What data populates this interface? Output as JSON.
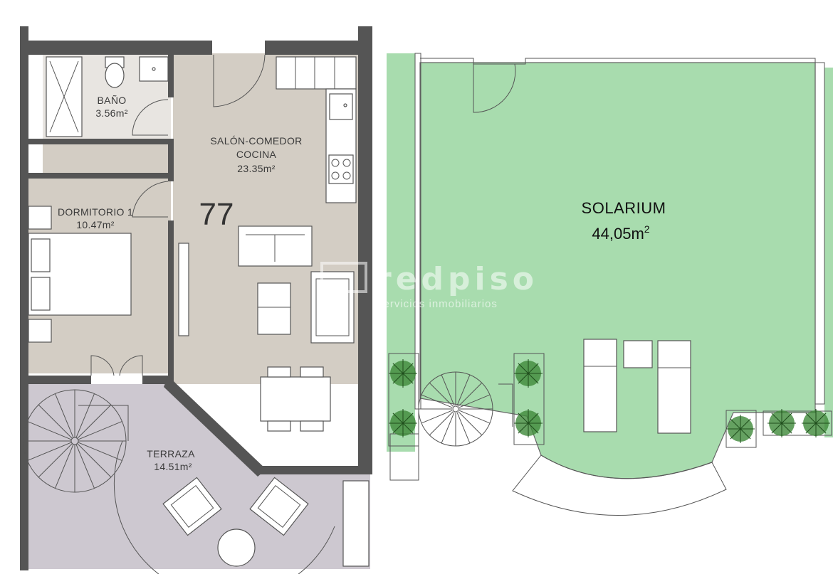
{
  "left_plan": {
    "unit_number": "77",
    "rooms": [
      {
        "name": "BAÑO",
        "area": "3.56m²"
      },
      {
        "name_line1": "SALÓN-COMEDOR",
        "name_line2": "COCINA",
        "area": "23.35m²"
      },
      {
        "name": "DORMITORIO 1",
        "area": "10.47m²"
      },
      {
        "name": "TERRAZA",
        "area": "14.51m²"
      }
    ]
  },
  "right_plan": {
    "title": "SOLARIUM",
    "area_value": "44,05m",
    "area_exponent": "2"
  },
  "watermark": {
    "brand": "redpiso",
    "tagline": "servicios inmobiliarios"
  },
  "colors": {
    "floor_wood": "#d3cdc4",
    "terrace": "#cdc8d0",
    "solarium_green": "#a8dcae",
    "walls": "#555555",
    "plants": "#3f8a3a"
  }
}
